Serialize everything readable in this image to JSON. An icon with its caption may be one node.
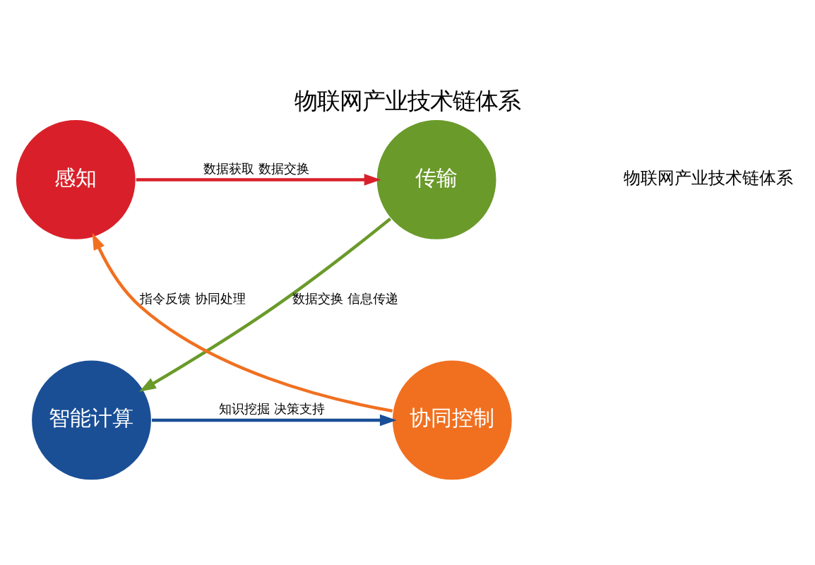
{
  "diagram": {
    "title": "物联网产业技术链体系",
    "nodes": [
      {
        "text": [
          "传输"
        ]
      },
      {
        "text": [
          "感知"
        ]
      },
      {
        "text": [
          "智能计算"
        ]
      },
      {
        "text": [
          "协同控制"
        ]
      }
    ],
    "edges": [
      {
        "from": 1,
        "to": 0,
        "arrow": "to",
        "label": "数据获取 数据交换",
        "color": "#d9202a"
      },
      {
        "from": 0,
        "to": 2,
        "arrow": "to",
        "label": "数据交换 信息传递",
        "color": "#6a9a2a"
      },
      {
        "from": 2,
        "to": 3,
        "arrow": "to",
        "label": "知识挖掘 决策支持",
        "color": "#1a4f96"
      },
      {
        "from": 3,
        "to": 1,
        "arrow": "to",
        "label": "指令反馈 协同处理",
        "color": "#f07020"
      }
    ],
    "labels": [
      "物联网产业技术链体系"
    ]
  }
}
